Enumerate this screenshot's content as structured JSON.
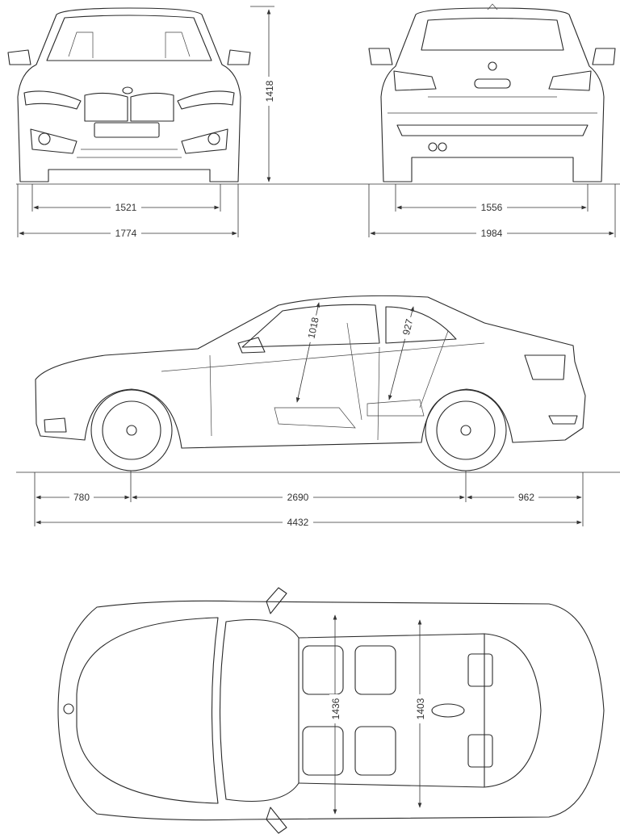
{
  "front_view": {
    "height": "1418",
    "track": "1521",
    "width": "1774"
  },
  "rear_view": {
    "track": "1556",
    "width_mirrors": "1984"
  },
  "side_view": {
    "front_headroom": "1018",
    "rear_headroom": "927",
    "front_overhang": "780",
    "wheelbase": "2690",
    "rear_overhang": "962",
    "length": "4432"
  },
  "top_view": {
    "front_shoulder": "1436",
    "rear_shoulder": "1403"
  },
  "colors": {
    "line": "#2a2a2a",
    "background": "#ffffff"
  }
}
